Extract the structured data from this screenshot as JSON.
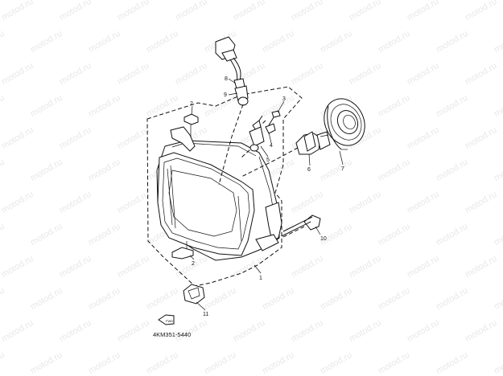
{
  "watermark": "motod.ru",
  "part_code": "4KM351-5440",
  "fwd_label": "FWD",
  "callouts": {
    "c1": "1",
    "c2a": "2",
    "c2b": "2",
    "c3": "3",
    "c4": "4",
    "c5": "5",
    "c6": "6",
    "c7": "7",
    "c8": "8",
    "c9": "9",
    "c10": "10",
    "c11": "11"
  }
}
